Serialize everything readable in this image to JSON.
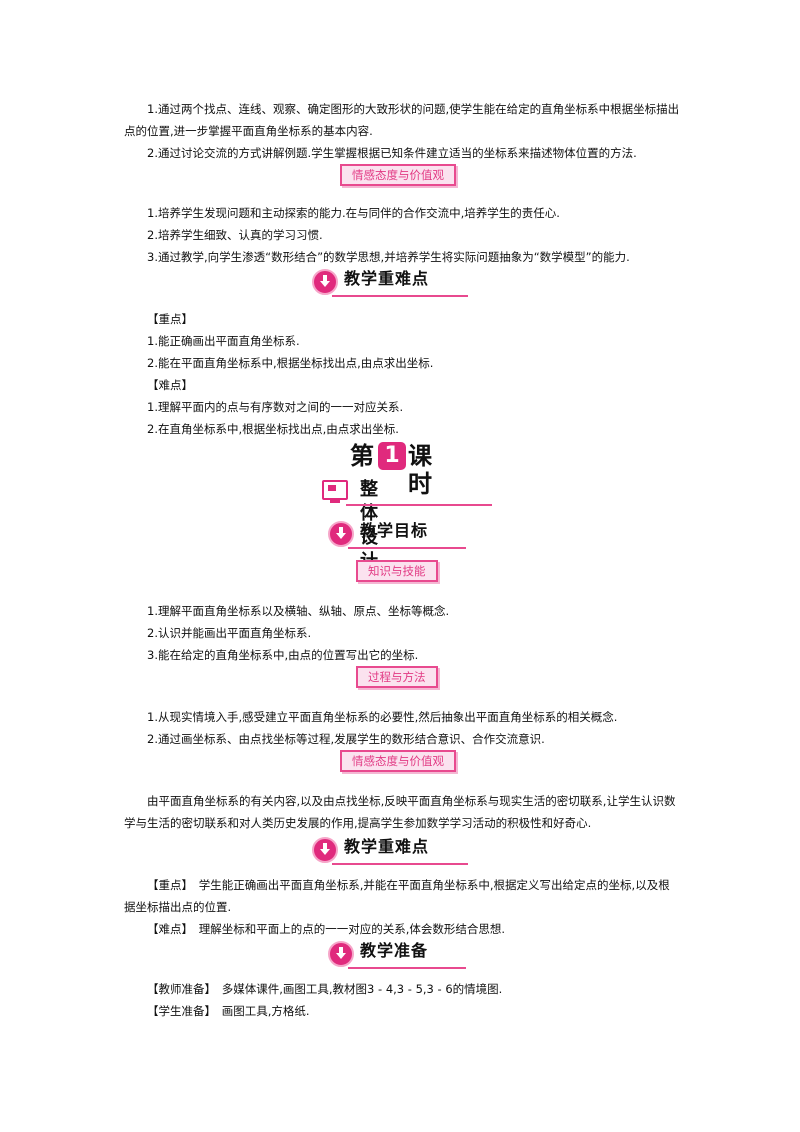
{
  "top": {
    "p1": "1.通过两个找点、连线、观察、确定图形的大致形状的问题,使学生能在给定的直角坐标系中根据坐标描出点的位置,进一步掌握平面直角坐标系的基本内容.",
    "p2": "2.通过讨论交流的方式讲解例题.学生掌握根据已知条件建立适当的坐标系来描述物体位置的方法."
  },
  "badge_emotion": "情感态度与价值观",
  "emotion_items": [
    "1.培养学生发现问题和主动探索的能力.在与同伴的合作交流中,培养学生的责任心.",
    "2.培养学生细致、认真的学习习惯.",
    "3.通过教学,向学生渗透“数形结合”的数学思想,并培养学生将实际问题抽象为“数学模型”的能力."
  ],
  "heading_key": "教学重难点",
  "key1": {
    "zd_label": "【重点】",
    "zd_items": [
      "1.能正确画出平面直角坐标系.",
      "2.能在平面直角坐标系中,根据坐标找出点,由点求出坐标."
    ],
    "nd_label": "【难点】",
    "nd_items": [
      "1.理解平面内的点与有序数对之间的一一对应关系.",
      "2.在直角坐标系中,根据坐标找出点,由点求出坐标."
    ]
  },
  "lesson": {
    "pre": "第",
    "num": "1",
    "post": "课时"
  },
  "design_title": "整体设计",
  "heading_goal": "教学目标",
  "badge_skill": "知识与技能",
  "skill_items": [
    "1.理解平面直角坐标系以及横轴、纵轴、原点、坐标等概念.",
    "2.认识并能画出平面直角坐标系.",
    "3.能在给定的直角坐标系中,由点的位置写出它的坐标."
  ],
  "badge_process": "过程与方法",
  "process_items": [
    "1.从现实情境入手,感受建立平面直角坐标系的必要性,然后抽象出平面直角坐标系的相关概念.",
    "2.通过画坐标系、由点找坐标等过程,发展学生的数形结合意识、合作交流意识."
  ],
  "emotion_para": "由平面直角坐标系的有关内容,以及由点找坐标,反映平面直角坐标系与现实生活的密切联系,让学生认识数学与生活的密切联系和对人类历史发展的作用,提高学生参加数学学习活动的积极性和好奇心.",
  "key2": {
    "zd": "【重点】　学生能正确画出平面直角坐标系,并能在平面直角坐标系中,根据定义写出给定点的坐标,以及根据坐标描出点的位置.",
    "nd": "【难点】　理解坐标和平面上的点的一一对应的关系,体会数形结合思想."
  },
  "heading_prep": "教学准备",
  "prep": {
    "teacher": "【教师准备】　多媒体课件,画图工具,教材图3 - 4,3 - 5,3 - 6的情境图.",
    "student": "【学生准备】　画图工具,方格纸."
  },
  "colors": {
    "accent": "#e02a7d",
    "badge_bg": "#fbe2ef"
  }
}
